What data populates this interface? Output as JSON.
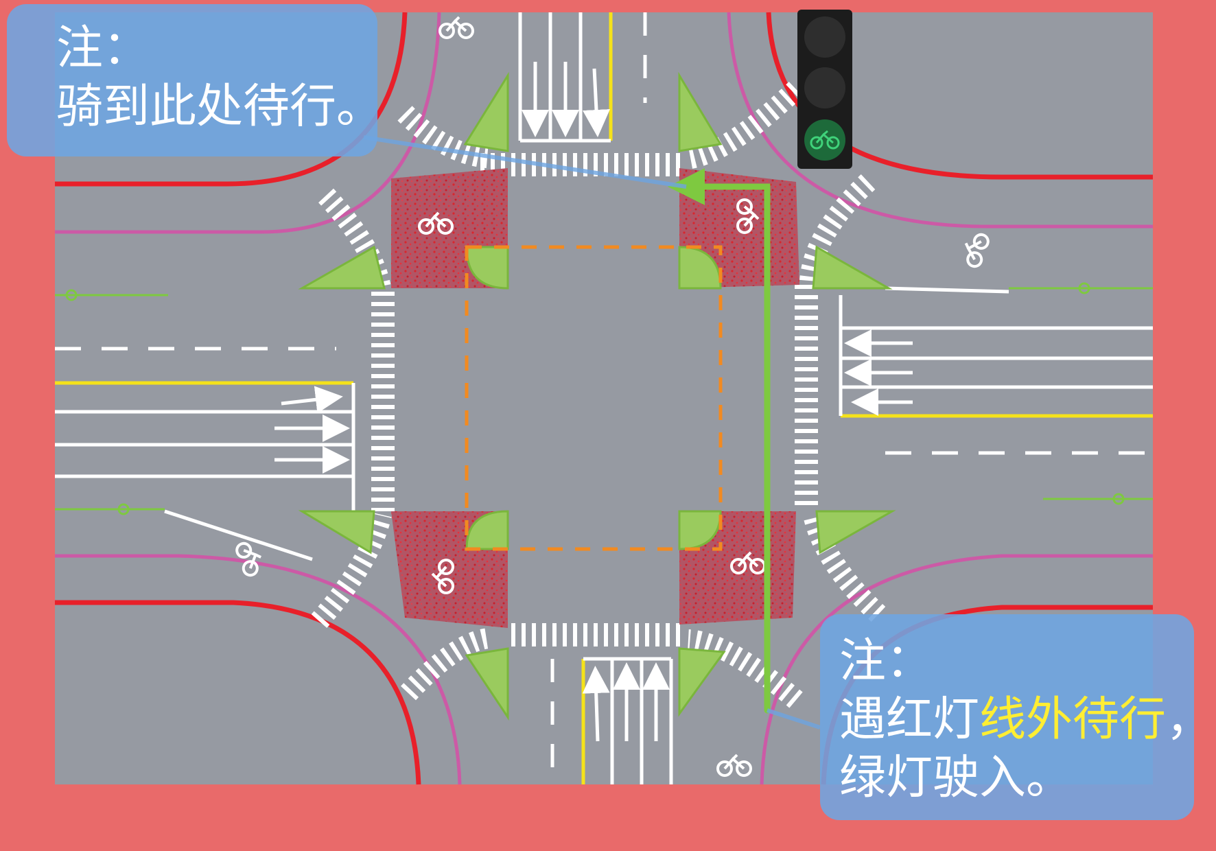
{
  "colors": {
    "frame": "#e96a6a",
    "road": "#969aa2",
    "red_curb": "#e8202a",
    "magenta_line": "#cc5aa6",
    "crosswalk": "#ffffff",
    "bike_box_fill": "#9a3c4c",
    "island": "#9acb5e",
    "center_box": "#f28a20",
    "green_path": "#7ec940",
    "yellow_line": "#f5e21a",
    "callout_bg": "#6ea5e1",
    "highlight_text": "#ffee33"
  },
  "icons": {
    "signal": "bicycle-signal-icon",
    "bicycle": "bicycle-icon",
    "arrow": "arrow-icon"
  },
  "signal": {
    "state": "green"
  },
  "note_top": {
    "label": "注：",
    "text": "骑到此处待行。"
  },
  "note_bottom": {
    "label": "注：",
    "line1_before": "遇红灯",
    "line1_highlight": "线外待行",
    "line1_after": "，",
    "line2": "绿灯驶入。"
  }
}
